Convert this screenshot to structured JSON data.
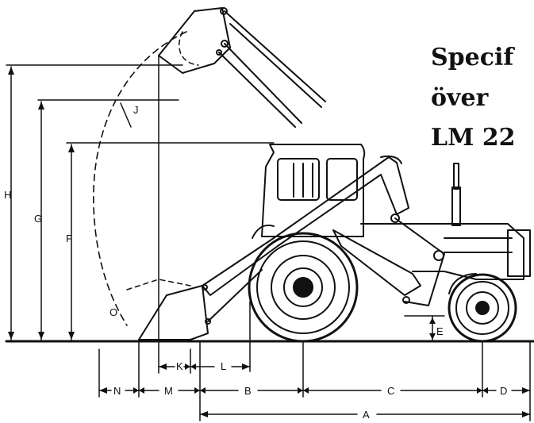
{
  "title_lines": [
    "Specif",
    "över",
    "LM 22"
  ],
  "dimension_labels": {
    "H": "H",
    "G": "G",
    "F": "F",
    "J": "J",
    "O": "O",
    "E": "E",
    "K": "K",
    "L": "L",
    "N": "N",
    "M": "M",
    "B": "B",
    "C": "C",
    "D": "D",
    "A": "A"
  }
}
